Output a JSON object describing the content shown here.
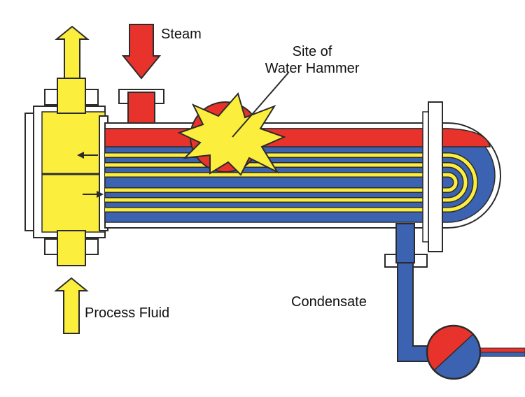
{
  "labels": {
    "steam": "Steam",
    "site_line1": "Site of",
    "site_line2": "Water Hammer",
    "condensate": "Condensate",
    "process_fluid": "Process Fluid"
  },
  "colors": {
    "steam_red": "#e8332c",
    "condensate_blue": "#3c62b2",
    "process_yellow": "#fbee3c",
    "outline": "#2b2b2b",
    "shell_white": "#ffffff"
  }
}
